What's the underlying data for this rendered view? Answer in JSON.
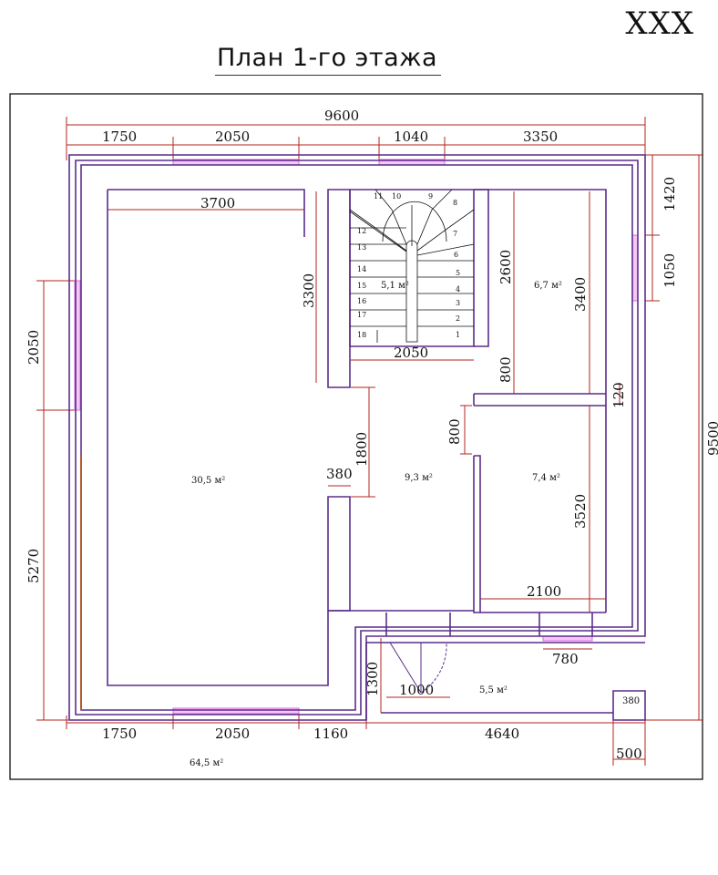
{
  "header": {
    "corner_mark": "XXX",
    "title": "План 1-го этажа"
  },
  "colors": {
    "wall": "#5b2d8a",
    "dimension": "#b3261e",
    "window": "#e58bea",
    "frame": "#111111"
  },
  "dimensions": {
    "total_width": "9600",
    "top_1": "1750",
    "top_2": "2050",
    "top_3": "1040",
    "top_4": "3350",
    "right_1420": "1420",
    "right_1050": "1050",
    "right_total": "9500",
    "left_2050": "2050",
    "left_5270": "5270",
    "bottom_1750": "1750",
    "bottom_2050": "2050",
    "bottom_1160": "1160",
    "bottom_4640": "4640",
    "bottom_500": "500",
    "room_3700": "3700",
    "room_3300": "3300",
    "stair_2050": "2050",
    "room_2600": "2600",
    "room_3400": "3400",
    "room_800_a": "800",
    "room_120": "120",
    "room_800_b": "800",
    "room_1800": "1800",
    "room_380": "380",
    "room_3520": "3520",
    "room_2100": "2100",
    "room_780": "780",
    "room_1300": "1300",
    "room_1000": "1000",
    "room_380_small": "380"
  },
  "areas": {
    "living": "30,5 м²",
    "stairs": "5,1 м²",
    "room_right_top": "6,7 м²",
    "hall": "9,3 м²",
    "room_right_mid": "7,4 м²",
    "porch": "5,5 м²",
    "total": "64,5 м²"
  },
  "stair_steps": [
    "1",
    "2",
    "3",
    "4",
    "5",
    "6",
    "7",
    "8",
    "9",
    "10",
    "11",
    "12",
    "13",
    "14",
    "15",
    "16",
    "17",
    "18"
  ]
}
